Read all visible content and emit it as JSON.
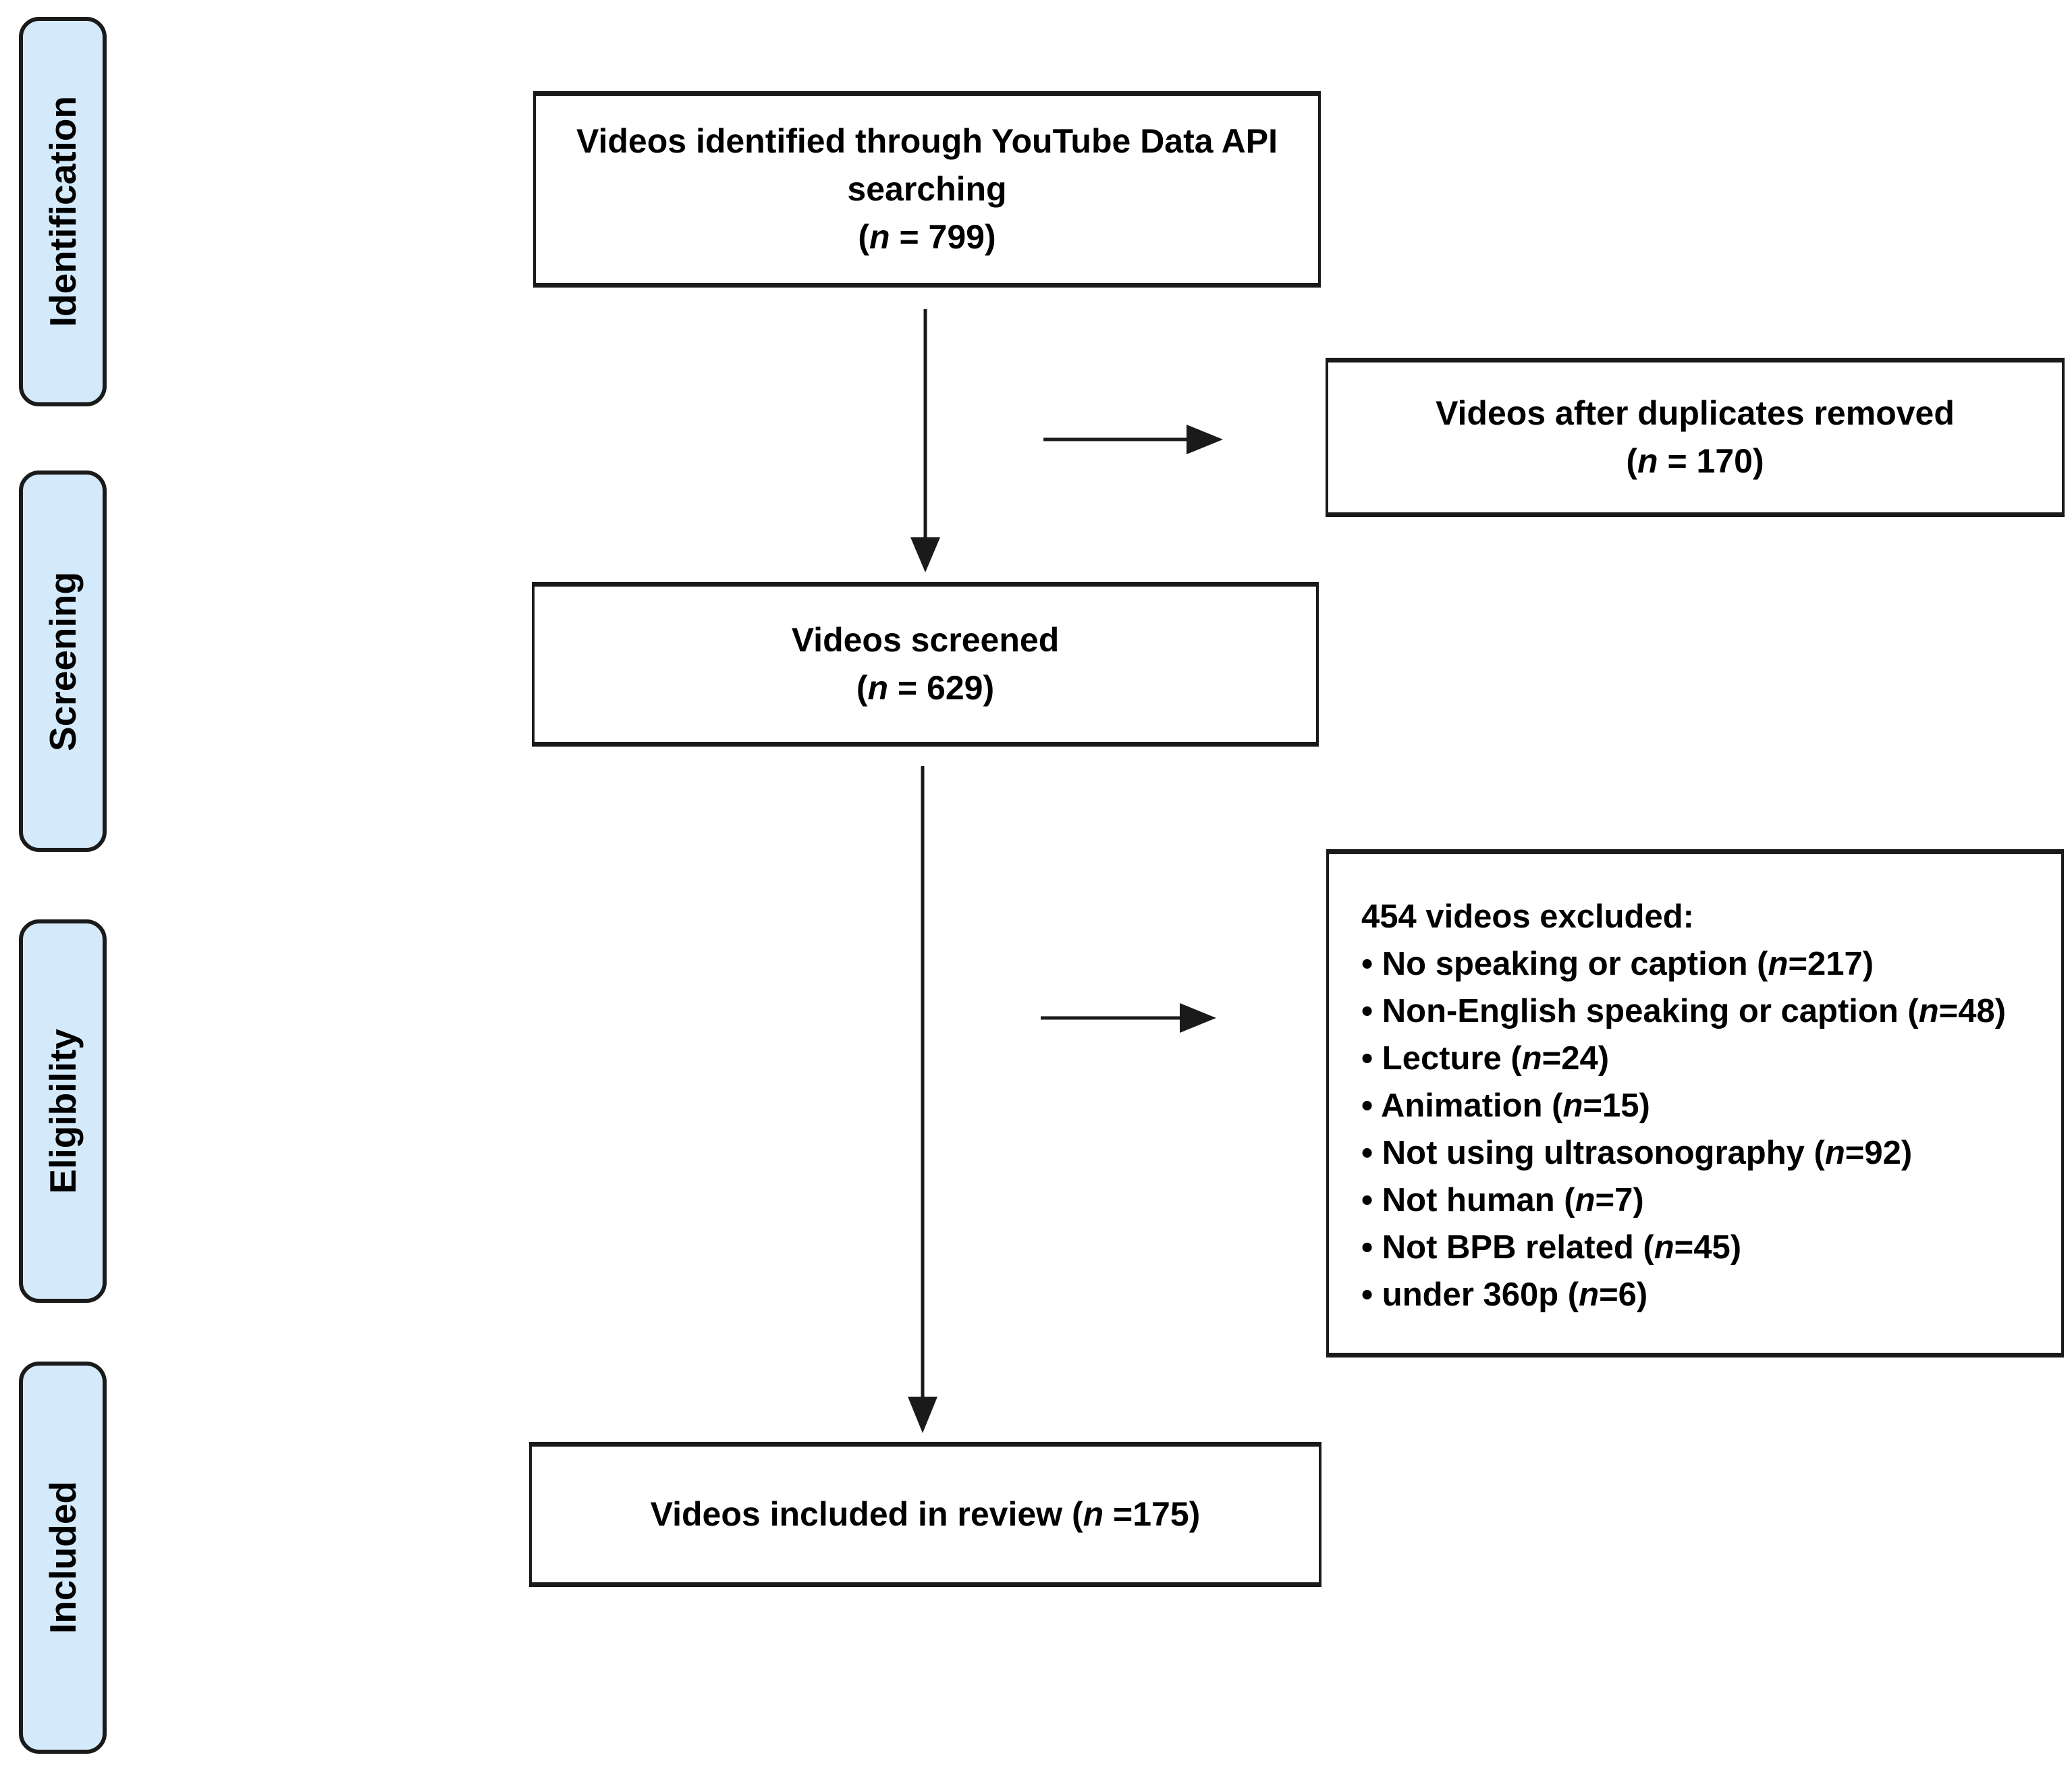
{
  "colors": {
    "sidebar_fill": "#d4eafa",
    "border": "#1a1a1a",
    "background": "#ffffff",
    "text": "#000000"
  },
  "sidebar": {
    "stages": [
      {
        "label": "Identification"
      },
      {
        "label": "Screening"
      },
      {
        "label": "Eligibility"
      },
      {
        "label": "Included"
      }
    ]
  },
  "flow_boxes": {
    "identified": {
      "lines": [
        [
          {
            "t": "Videos identified through YouTube Data API"
          }
        ],
        [
          {
            "t": "searching"
          }
        ],
        [
          {
            "t": "("
          },
          {
            "t": "n",
            "i": true
          },
          {
            "t": " = 799)"
          }
        ]
      ]
    },
    "duplicates": {
      "lines": [
        [
          {
            "t": "Videos after duplicates removed"
          }
        ],
        [
          {
            "t": "("
          },
          {
            "t": "n",
            "i": true
          },
          {
            "t": " = 170)"
          }
        ]
      ]
    },
    "screened": {
      "lines": [
        [
          {
            "t": "Videos screened"
          }
        ],
        [
          {
            "t": "("
          },
          {
            "t": "n",
            "i": true
          },
          {
            "t": " = 629)"
          }
        ]
      ]
    },
    "excluded": {
      "lines": [
        [
          {
            "t": "454 videos excluded:"
          }
        ],
        [
          {
            "t": "• No speaking or caption ("
          },
          {
            "t": "n",
            "i": true
          },
          {
            "t": "=217)"
          }
        ],
        [
          {
            "t": "• Non-English speaking or caption ("
          },
          {
            "t": "n",
            "i": true
          },
          {
            "t": "=48)"
          }
        ],
        [
          {
            "t": "• Lecture ("
          },
          {
            "t": "n",
            "i": true
          },
          {
            "t": "=24)"
          }
        ],
        [
          {
            "t": "• Animation ("
          },
          {
            "t": "n",
            "i": true
          },
          {
            "t": "=15)"
          }
        ],
        [
          {
            "t": "• Not using ultrasonography ("
          },
          {
            "t": "n",
            "i": true
          },
          {
            "t": "=92)"
          }
        ],
        [
          {
            "t": "• Not human ("
          },
          {
            "t": "n",
            "i": true
          },
          {
            "t": "=7)"
          }
        ],
        [
          {
            "t": "• Not BPB related ("
          },
          {
            "t": "n",
            "i": true
          },
          {
            "t": "=45)"
          }
        ],
        [
          {
            "t": "• under 360p ("
          },
          {
            "t": "n",
            "i": true
          },
          {
            "t": "=6)"
          }
        ]
      ]
    },
    "included": {
      "lines": [
        [
          {
            "t": "Videos included in review ("
          },
          {
            "t": "n",
            "i": true
          },
          {
            "t": " =175)"
          }
        ]
      ]
    }
  }
}
